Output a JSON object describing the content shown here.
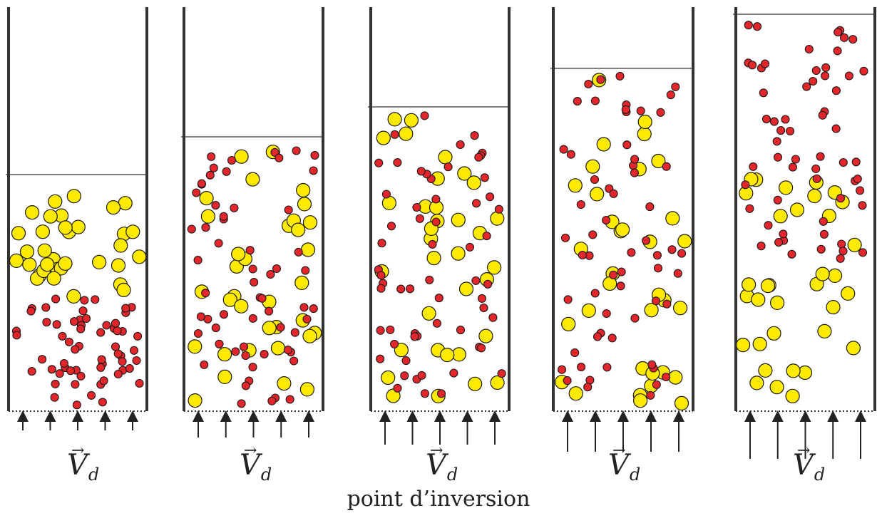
{
  "colors": {
    "fine_particle": "#e3262b",
    "coarse_particle": "#ffea00",
    "outline": "#1a1a1a"
  },
  "columns": [
    {
      "label": {
        "symbol": "V",
        "subscript": "d"
      },
      "velocity_level": 1
    },
    {
      "label": {
        "symbol": "V",
        "subscript": "d"
      },
      "velocity_level": 2
    },
    {
      "label": {
        "symbol": "V",
        "subscript": "d"
      },
      "velocity_level": 3
    },
    {
      "label": {
        "symbol": "V",
        "subscript": "d"
      },
      "velocity_level": 4
    },
    {
      "label": {
        "symbol": "V",
        "subscript": "d"
      },
      "velocity_level": 5
    }
  ],
  "caption": "point d’inversion"
}
